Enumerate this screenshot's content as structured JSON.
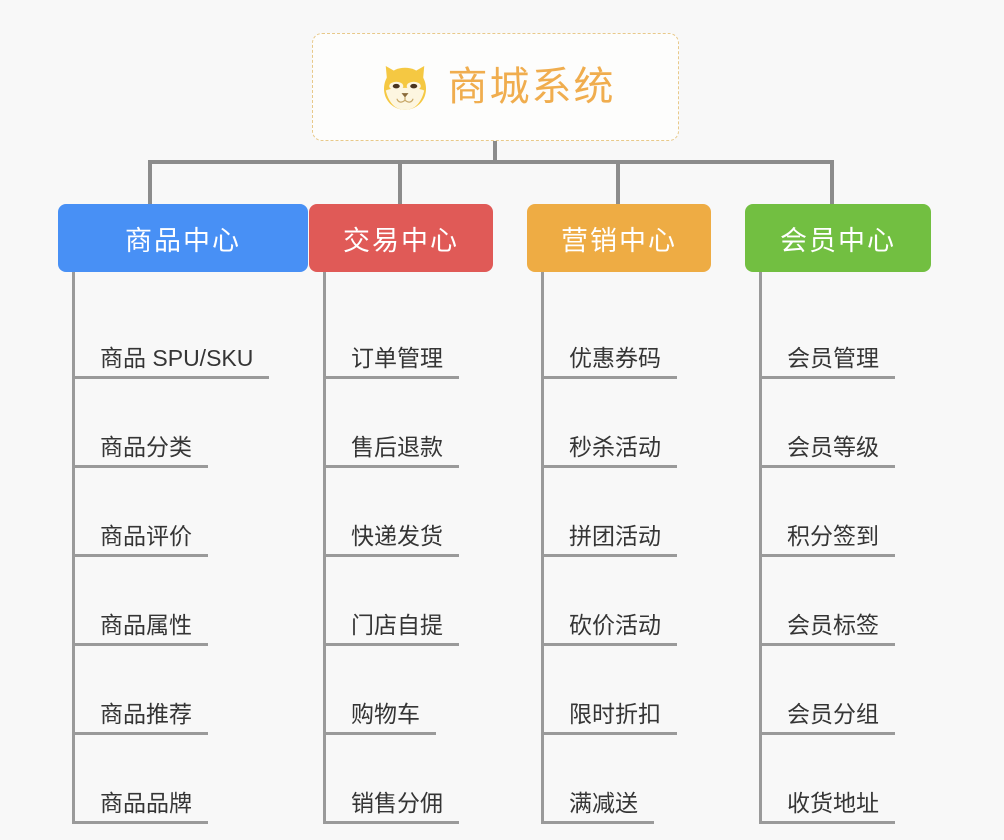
{
  "root": {
    "title": "商城系统",
    "icon": "shiba-dog-emoji",
    "accent_color": "#f0ad4e",
    "border_color": "#e8c98a",
    "background": "#fdfdfc"
  },
  "canvas": {
    "background": "#f8f8f8",
    "connector_color": "#8c8c8c",
    "leaf_line_color": "#9a9a9a",
    "leaf_text_color": "#353535"
  },
  "branches": [
    {
      "label": "商品中心",
      "color": "#4890f5",
      "items": [
        "商品 SPU/SKU",
        "商品分类",
        "商品评价",
        "商品属性",
        "商品推荐",
        "商品品牌"
      ]
    },
    {
      "label": "交易中心",
      "color": "#e05a57",
      "items": [
        "订单管理",
        "售后退款",
        "快递发货",
        "门店自提",
        "购物车",
        "销售分佣"
      ]
    },
    {
      "label": "营销中心",
      "color": "#eeac44",
      "items": [
        "优惠券码",
        "秒杀活动",
        "拼团活动",
        "砍价活动",
        "限时折扣",
        "满减送"
      ]
    },
    {
      "label": "会员中心",
      "color": "#72bf41",
      "items": [
        "会员管理",
        "会员等级",
        "积分签到",
        "会员标签",
        "会员分组",
        "收货地址"
      ]
    }
  ]
}
